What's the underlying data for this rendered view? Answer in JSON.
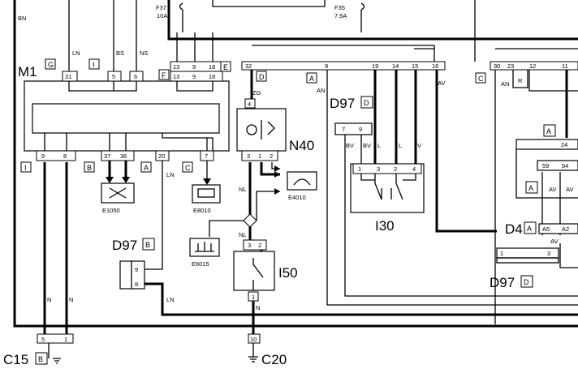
{
  "components": {
    "m1": {
      "name": "M1",
      "tag": "G"
    },
    "n40": {
      "name": "N40"
    },
    "i50": {
      "name": "I50"
    },
    "i30": {
      "name": "I30"
    },
    "d97_top": {
      "name": "D97",
      "tag": "D"
    },
    "d97_left": {
      "name": "D97",
      "tag": "B"
    },
    "d97_bottom": {
      "name": "D97",
      "tag": "D"
    },
    "d4": {
      "name": "D4",
      "tag": "A"
    },
    "c15": {
      "name": "C15",
      "tag": "B"
    },
    "c20": {
      "name": "C20"
    }
  },
  "indicators": {
    "e1050": "E1050",
    "e8010": "E8010",
    "e4010": "E4010",
    "e6015": "E6015"
  },
  "fuses": {
    "f37": {
      "name": "F37",
      "rating": "10A"
    },
    "f35": {
      "name": "F35",
      "rating": "7.5A"
    }
  },
  "connector_tags": [
    "G",
    "I",
    "F",
    "E",
    "D",
    "A",
    "C",
    "I",
    "B",
    "A",
    "C",
    "A",
    "A",
    "B",
    "D",
    "A",
    "B"
  ],
  "pins": {
    "m1_top": [
      "31",
      "5",
      "6",
      "13",
      "9",
      "18"
    ],
    "m1_bottom": [
      "9",
      "8",
      "37",
      "36",
      "20",
      "7"
    ],
    "fusebox_top": [
      "13",
      "9",
      "18"
    ],
    "bus_top": [
      "32",
      "9",
      "19",
      "14",
      "15",
      "16"
    ],
    "bus_right": [
      "30",
      "23",
      "12",
      "11"
    ],
    "n40_top": "4",
    "n40_bottom": [
      "3",
      "1",
      "2"
    ],
    "d97_top": [
      "7",
      "9"
    ],
    "i30": [
      "1",
      "3",
      "2",
      "4"
    ],
    "i50_top": [
      "3",
      "2"
    ],
    "i50_bottom": "1",
    "d97_left": [
      "9",
      "8"
    ],
    "right_block": [
      "24",
      "59",
      "54"
    ],
    "d4": [
      "A5",
      "A2"
    ],
    "d97_bottom": [
      "1",
      "3"
    ],
    "c15": [
      "5",
      "1"
    ],
    "c20": "10"
  },
  "wire_codes": [
    "BN",
    "LN",
    "BS",
    "NS",
    "ZG",
    "AN",
    "AN",
    "AV",
    "R",
    "BV",
    "BV",
    "L",
    "L",
    "V",
    "NL",
    "NL",
    "LN",
    "LN",
    "AV",
    "AV",
    "AV",
    "N",
    "N",
    "N"
  ]
}
